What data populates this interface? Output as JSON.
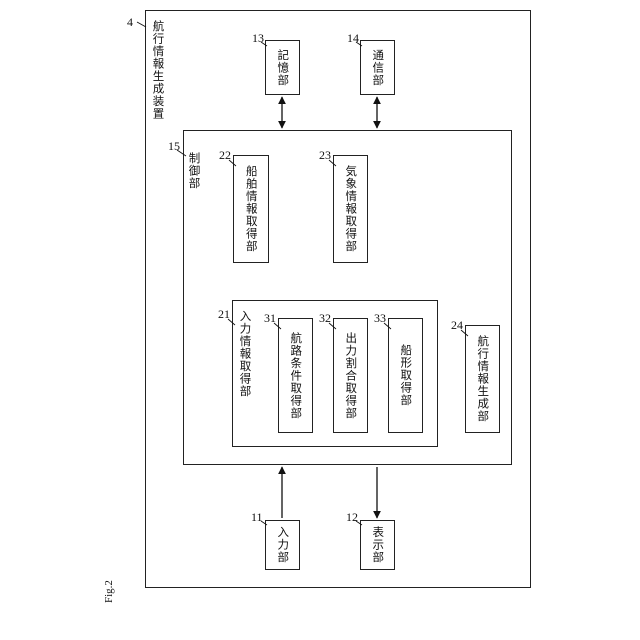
{
  "figure_label": "Fig.2",
  "device": {
    "num": "4",
    "label": "航行情報生成装置"
  },
  "controller": {
    "num": "15",
    "label": "制御部"
  },
  "storage": {
    "num": "13",
    "label": "記憶部"
  },
  "comm": {
    "num": "14",
    "label": "通信部"
  },
  "input": {
    "num": "11",
    "label": "入力部"
  },
  "display": {
    "num": "12",
    "label": "表示部"
  },
  "ship_info": {
    "num": "22",
    "label": "船舶情報取得部"
  },
  "weather_info": {
    "num": "23",
    "label": "気象情報取得部"
  },
  "input_info": {
    "num": "21",
    "label": "入力情報取得部"
  },
  "route_cond": {
    "num": "31",
    "label": "航路条件取得部"
  },
  "output_ratio": {
    "num": "32",
    "label": "出力割合取得部"
  },
  "hull_shape": {
    "num": "33",
    "label": "船形取得部"
  },
  "nav_gen": {
    "num": "24",
    "label": "航行情報生成部"
  }
}
